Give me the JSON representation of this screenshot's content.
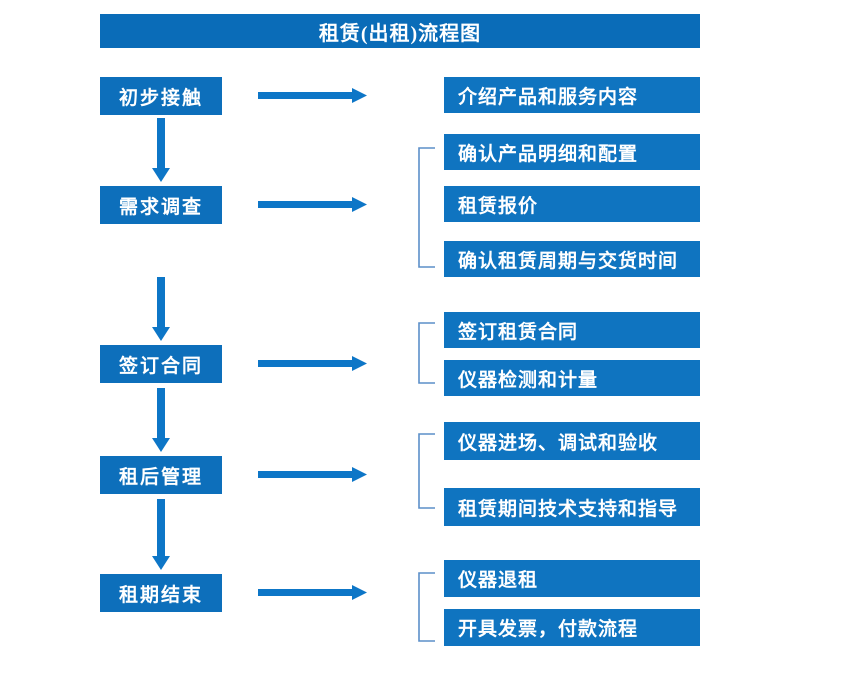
{
  "title": "租赁(出租)流程图",
  "colors": {
    "title_bg": "#0a6cb8",
    "stage_bg": "#0d6fbb",
    "detail_bg": "#0f74c0",
    "arrow": "#0d76c7",
    "bracket": "#5b8fc9",
    "text": "#ffffff",
    "page_bg": "#ffffff"
  },
  "stages": [
    {
      "label": "初步接触"
    },
    {
      "label": "需求调查"
    },
    {
      "label": "签订合同"
    },
    {
      "label": "租后管理"
    },
    {
      "label": "租期结束"
    }
  ],
  "details": [
    {
      "label": "介绍产品和服务内容"
    },
    {
      "label": "确认产品明细和配置"
    },
    {
      "label": "租赁报价"
    },
    {
      "label": "确认租赁周期与交货时间"
    },
    {
      "label": "签订租赁合同"
    },
    {
      "label": "仪器检测和计量"
    },
    {
      "label": "仪器进场、调试和验收"
    },
    {
      "label": "租赁期间技术支持和指导"
    },
    {
      "label": "仪器退租"
    },
    {
      "label": "开具发票，付款流程"
    }
  ],
  "chart_data": {
    "type": "diagram",
    "title": "租赁(出租)流程图",
    "diagram_kind": "flowchart",
    "orientation": "vertical-stage-with-right-detail-branches",
    "stages": [
      {
        "stage": "初步接触",
        "details": [
          "介绍产品和服务内容"
        ],
        "bracket": false
      },
      {
        "stage": "需求调查",
        "details": [
          "确认产品明细和配置",
          "租赁报价",
          "确认租赁周期与交货时间"
        ],
        "bracket": true
      },
      {
        "stage": "签订合同",
        "details": [
          "签订租赁合同",
          "仪器检测和计量"
        ],
        "bracket": true
      },
      {
        "stage": "租后管理",
        "details": [
          "仪器进场、调试和验收",
          "租赁期间技术支持和指导"
        ],
        "bracket": true
      },
      {
        "stage": "租期结束",
        "details": [
          "仪器退租",
          "开具发票，付款流程"
        ],
        "bracket": true
      }
    ],
    "flow": "初步接触 → 需求调查 → 签订合同 → 租后管理 → 租期结束"
  }
}
